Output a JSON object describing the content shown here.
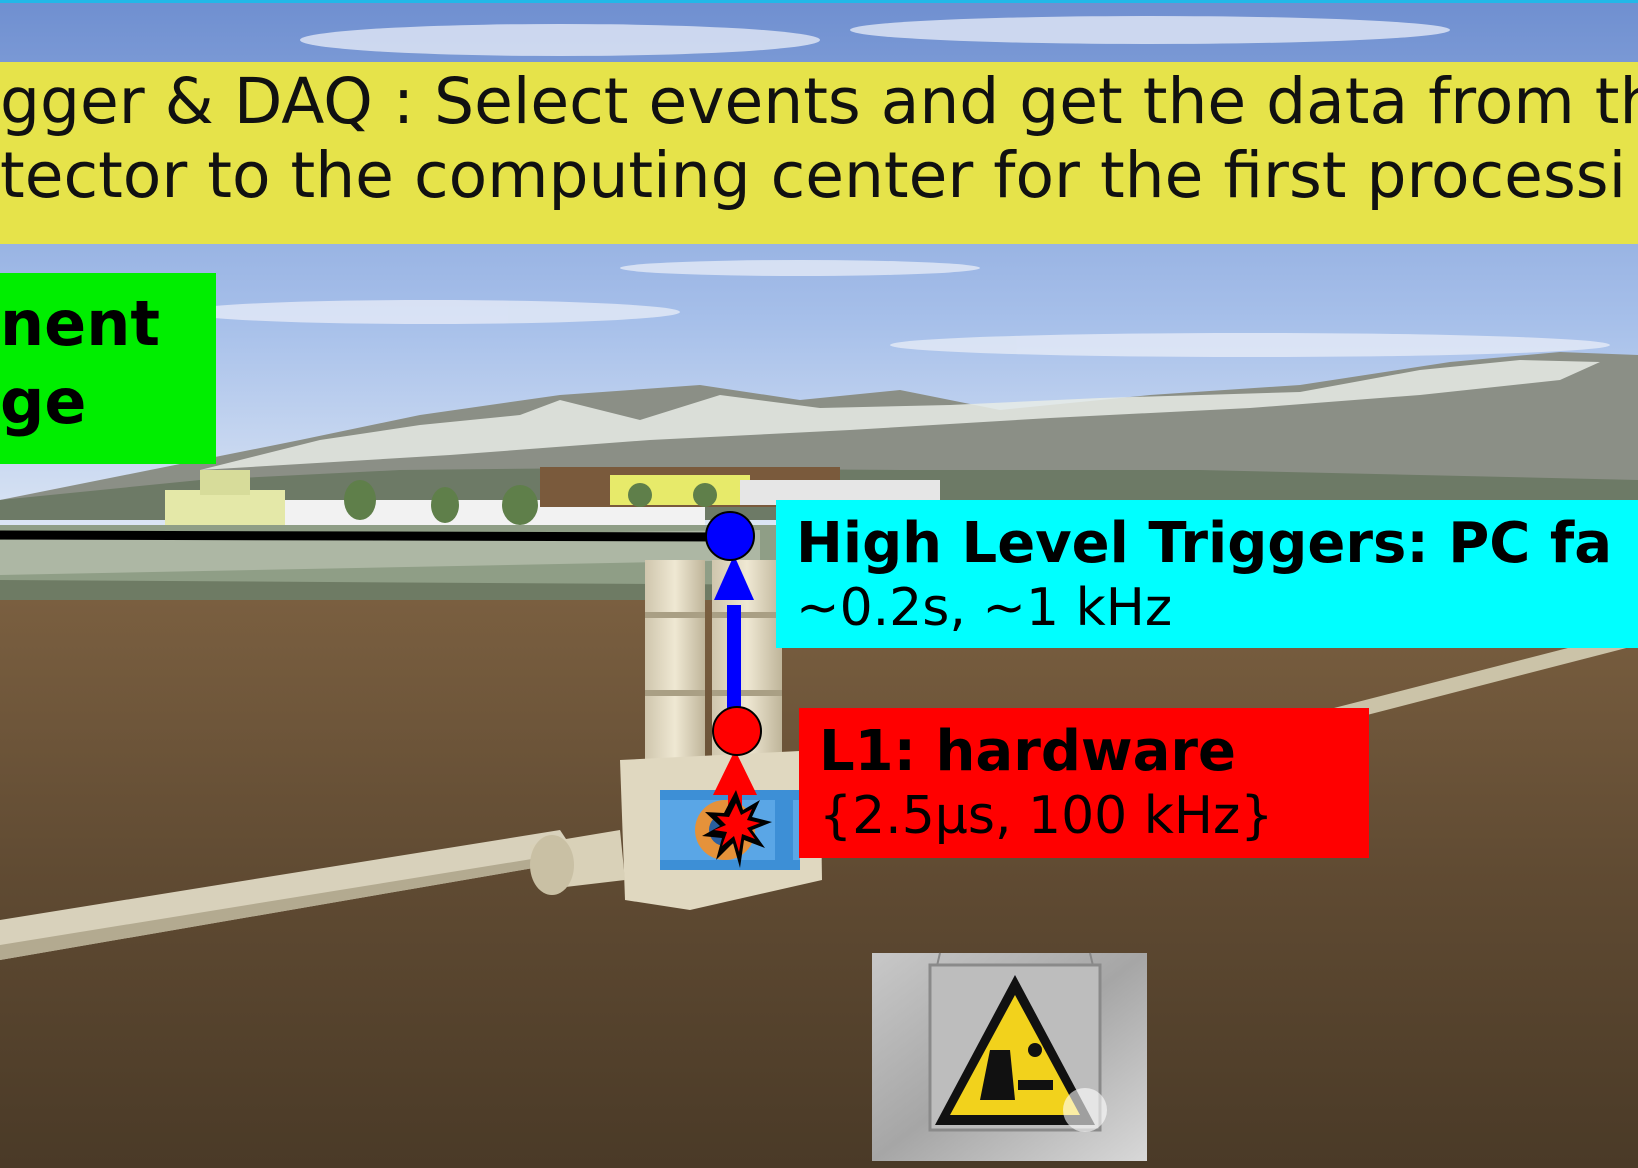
{
  "title": {
    "line1": "gger & DAQ : Select events and get the data from th",
    "line2": "tector to the computing center for the first processi"
  },
  "storage_box": {
    "line1": "nent",
    "line2": "ge"
  },
  "hlt_box": {
    "heading": "High Level Triggers: PC fa",
    "detail": "~0.2s, ~1 kHz"
  },
  "l1_box": {
    "heading": "L1: hardware",
    "detail": "{2.5μs, 100 kHz}"
  },
  "colors": {
    "title_bg": "#e6e34a",
    "storage_bg": "#00ee00",
    "hlt_bg": "#00ffff",
    "l1_bg": "#ff0000",
    "hlt_marker": "#0000ff",
    "l1_marker": "#ff0000"
  },
  "icons": [
    "collision-burst-icon",
    "crushing-hazard-warning-sign"
  ]
}
